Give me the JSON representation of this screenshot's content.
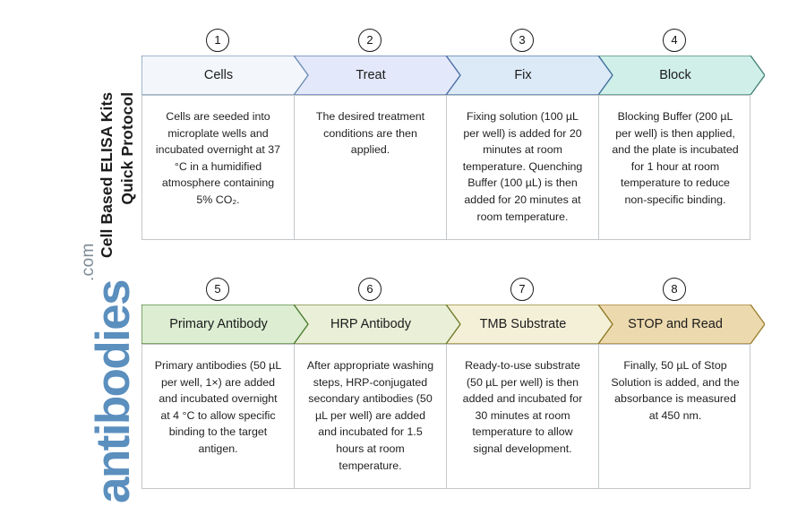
{
  "document": {
    "title_line_1": "Cell Based ELISA Kits",
    "title_line_2": "Quick Protocol"
  },
  "brand": {
    "name": "antibodies",
    "tld": ".com",
    "color": "#5b8fbe"
  },
  "rows": [
    {
      "id": "row-1",
      "steps": [
        {
          "number": "1",
          "label": "Cells",
          "fill": "#f3f7fc",
          "stroke": "#6f8fb4",
          "description": "Cells are seeded into microplate wells and incubated overnight at 37 °C in a humidified atmosphere containing 5% CO₂."
        },
        {
          "number": "2",
          "label": "Treat",
          "fill": "#e3e8fa",
          "stroke": "#4e6ea6",
          "description": "The desired treatment conditions are then applied."
        },
        {
          "number": "3",
          "label": "Fix",
          "fill": "#dce9f7",
          "stroke": "#3f6f9e",
          "description": "Fixing solution (100 µL per well) is added for 20 minutes at room temperature. Quenching Buffer (100 µL) is then added for 20 minutes at room temperature."
        },
        {
          "number": "4",
          "label": "Block",
          "fill": "#d0efe9",
          "stroke": "#3f7f72",
          "description": "Blocking Buffer (200 µL per well) is then applied, and the plate is incubated for 1 hour at room temperature to reduce non-specific binding."
        }
      ]
    },
    {
      "id": "row-2",
      "steps": [
        {
          "number": "5",
          "label": "Primary Antibody",
          "fill": "#dcedd2",
          "stroke": "#4a7c2f",
          "description": "Primary antibodies (50 µL per well, 1×) are added and incubated overnight at 4 °C to allow specific binding to the target antigen."
        },
        {
          "number": "6",
          "label": "HRP Antibody",
          "fill": "#eaefd8",
          "stroke": "#6e7c2c",
          "description": "After appropriate washing steps, HRP-conjugated secondary antibodies (50 µL per well) are added and incubated for 1.5 hours at room temperature."
        },
        {
          "number": "7",
          "label": "TMB Substrate",
          "fill": "#f4f0d8",
          "stroke": "#8d7a24",
          "description": "Ready-to-use substrate (50 µL per well) is then added and incubated for 30 minutes at room temperature to allow signal development."
        },
        {
          "number": "8",
          "label": "STOP and Read",
          "fill": "#ecd9ae",
          "stroke": "#9a7c2a",
          "description": "Finally, 50 µL of Stop Solution is added, and the absorbance is measured at 450 nm."
        }
      ]
    }
  ]
}
